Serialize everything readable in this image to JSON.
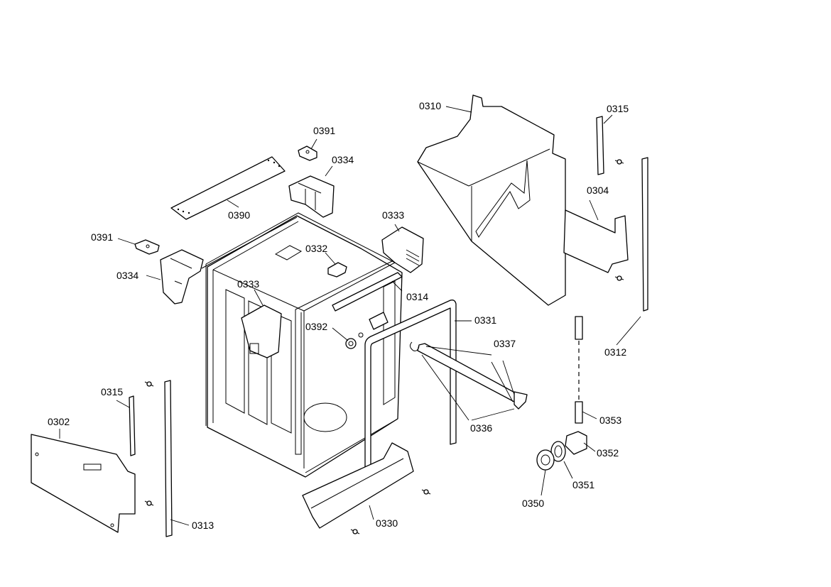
{
  "labels": {
    "l0310": "0310",
    "l0315a": "0315",
    "l0391a": "0391",
    "l0334a": "0334",
    "l0304": "0304",
    "l0390": "0390",
    "l0333a": "0333",
    "l0391b": "0391",
    "l0332": "0332",
    "l0334b": "0334",
    "l0333b": "0333",
    "l0314": "0314",
    "l0331": "0331",
    "l0392": "0392",
    "l0337": "0337",
    "l0312": "0312",
    "l0315b": "0315",
    "l0302": "0302",
    "l0336": "0336",
    "l0353": "0353",
    "l0352": "0352",
    "l0351": "0351",
    "l0350": "0350",
    "l0313": "0313",
    "l0330": "0330"
  }
}
